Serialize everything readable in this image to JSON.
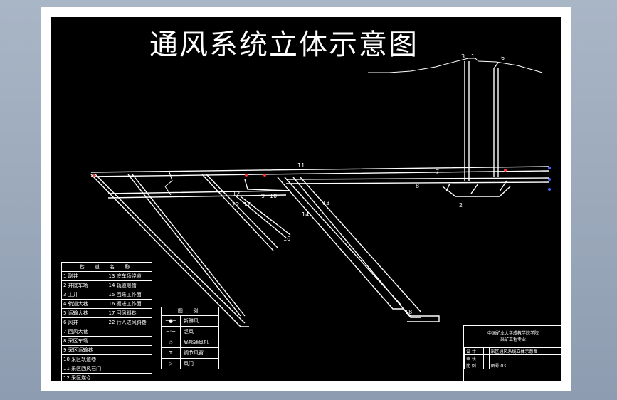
{
  "title": "通风系统立体示意图",
  "roadway_table": {
    "header": "巷 道 名 称",
    "rows": [
      [
        "1 副井",
        "13 底车场绕道"
      ],
      [
        "2 井底车场",
        "14 轨道顺槽"
      ],
      [
        "3 主井",
        "15 回采工作面"
      ],
      [
        "4 轨道大巷",
        "16 掘进工作面"
      ],
      [
        "5 运输大巷",
        "17 回风斜巷"
      ],
      [
        "6 风井",
        "22 行人进风斜巷"
      ],
      [
        "7 回风大巷",
        ""
      ],
      [
        "8 采区车场",
        ""
      ],
      [
        "9 采区运输巷",
        ""
      ],
      [
        "10 采区轨道巷",
        ""
      ],
      [
        "11 采区回风石门",
        ""
      ],
      [
        "12 采区煤仓",
        ""
      ]
    ]
  },
  "legend": {
    "header": "图 例",
    "items": [
      {
        "symbol": "─●─",
        "label": "新鲜风"
      },
      {
        "symbol": "─◦─",
        "label": "乏风"
      },
      {
        "symbol": "◇",
        "label": "局部通风机"
      },
      {
        "symbol": "T",
        "label": "调节风窗"
      },
      {
        "symbol": "▷",
        "label": "风门"
      }
    ]
  },
  "title_block": {
    "school": "中国矿业大学成教学院学院",
    "subtitle": "采矿工程专业",
    "rows": [
      [
        "设 计",
        "",
        "采区通风系统立体示意图"
      ],
      [
        "审 核",
        "",
        ""
      ],
      [
        "比 例",
        "",
        "图号 03"
      ]
    ]
  },
  "labels": [
    "1",
    "3",
    "6",
    "11",
    "7",
    "8",
    "9",
    "10",
    "12",
    "13",
    "14",
    "16",
    "17",
    "22",
    "18",
    "2"
  ]
}
